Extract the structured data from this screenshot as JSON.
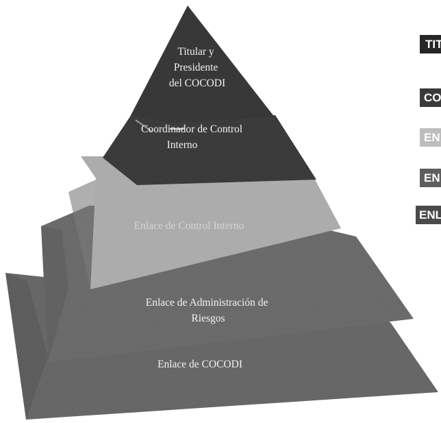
{
  "pyramid": {
    "layers": [
      {
        "id": "titular",
        "lines": [
          "Titular y",
          "Presidente",
          "del COCODI"
        ],
        "color": "#3a3a3a"
      },
      {
        "id": "coordinador",
        "lines": [
          "Coordinador de Control",
          "Interno"
        ],
        "color": "#3d3d3d"
      },
      {
        "id": "enlace-control",
        "lines": [
          "Enlace de Control Interno"
        ],
        "color": "#b3b3b3"
      },
      {
        "id": "enlace-riesgos",
        "lines": [
          "Enlace de Administración de",
          "Riesgos"
        ],
        "color": "#6f6f6f"
      },
      {
        "id": "enlace-cocodi",
        "lines": [
          "Enlace de COCODI"
        ],
        "color": "#6b6b6b"
      }
    ]
  },
  "legend": {
    "items": [
      {
        "label": "TIT",
        "color": "#262626"
      },
      {
        "label": "CO",
        "color": "#3a3a3a"
      },
      {
        "label": "EN",
        "color": "#bdbdbd"
      },
      {
        "label": "EN",
        "color": "#5e5e5e"
      },
      {
        "label": "ENL",
        "color": "#4a4a4a"
      }
    ]
  }
}
